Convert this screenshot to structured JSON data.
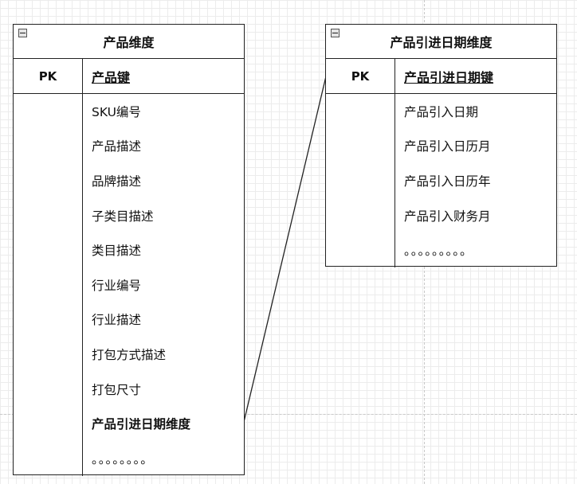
{
  "entities": {
    "product": {
      "title": "产品维度",
      "pk_label": "PK",
      "pk_field": "产品键",
      "fields": [
        "SKU编号",
        "产品描述",
        "品牌描述",
        "子类目描述",
        "类目描述",
        "行业编号",
        "行业描述",
        "打包方式描述",
        "打包尺寸",
        "产品引进日期维度",
        "。。。。。。。。"
      ]
    },
    "intro_date": {
      "title": "产品引进日期维度",
      "pk_label": "PK",
      "pk_field": "产品引进日期键",
      "fields": [
        "产品引入日期",
        "产品引入日历月",
        "产品引入日历年",
        "产品引入财务月",
        "。。。。。。。。。"
      ]
    }
  },
  "relationships": [
    {
      "from_entity": "product",
      "from_field": "产品引进日期维度",
      "to_entity": "intro_date",
      "to_field": "产品引进日期键"
    }
  ]
}
